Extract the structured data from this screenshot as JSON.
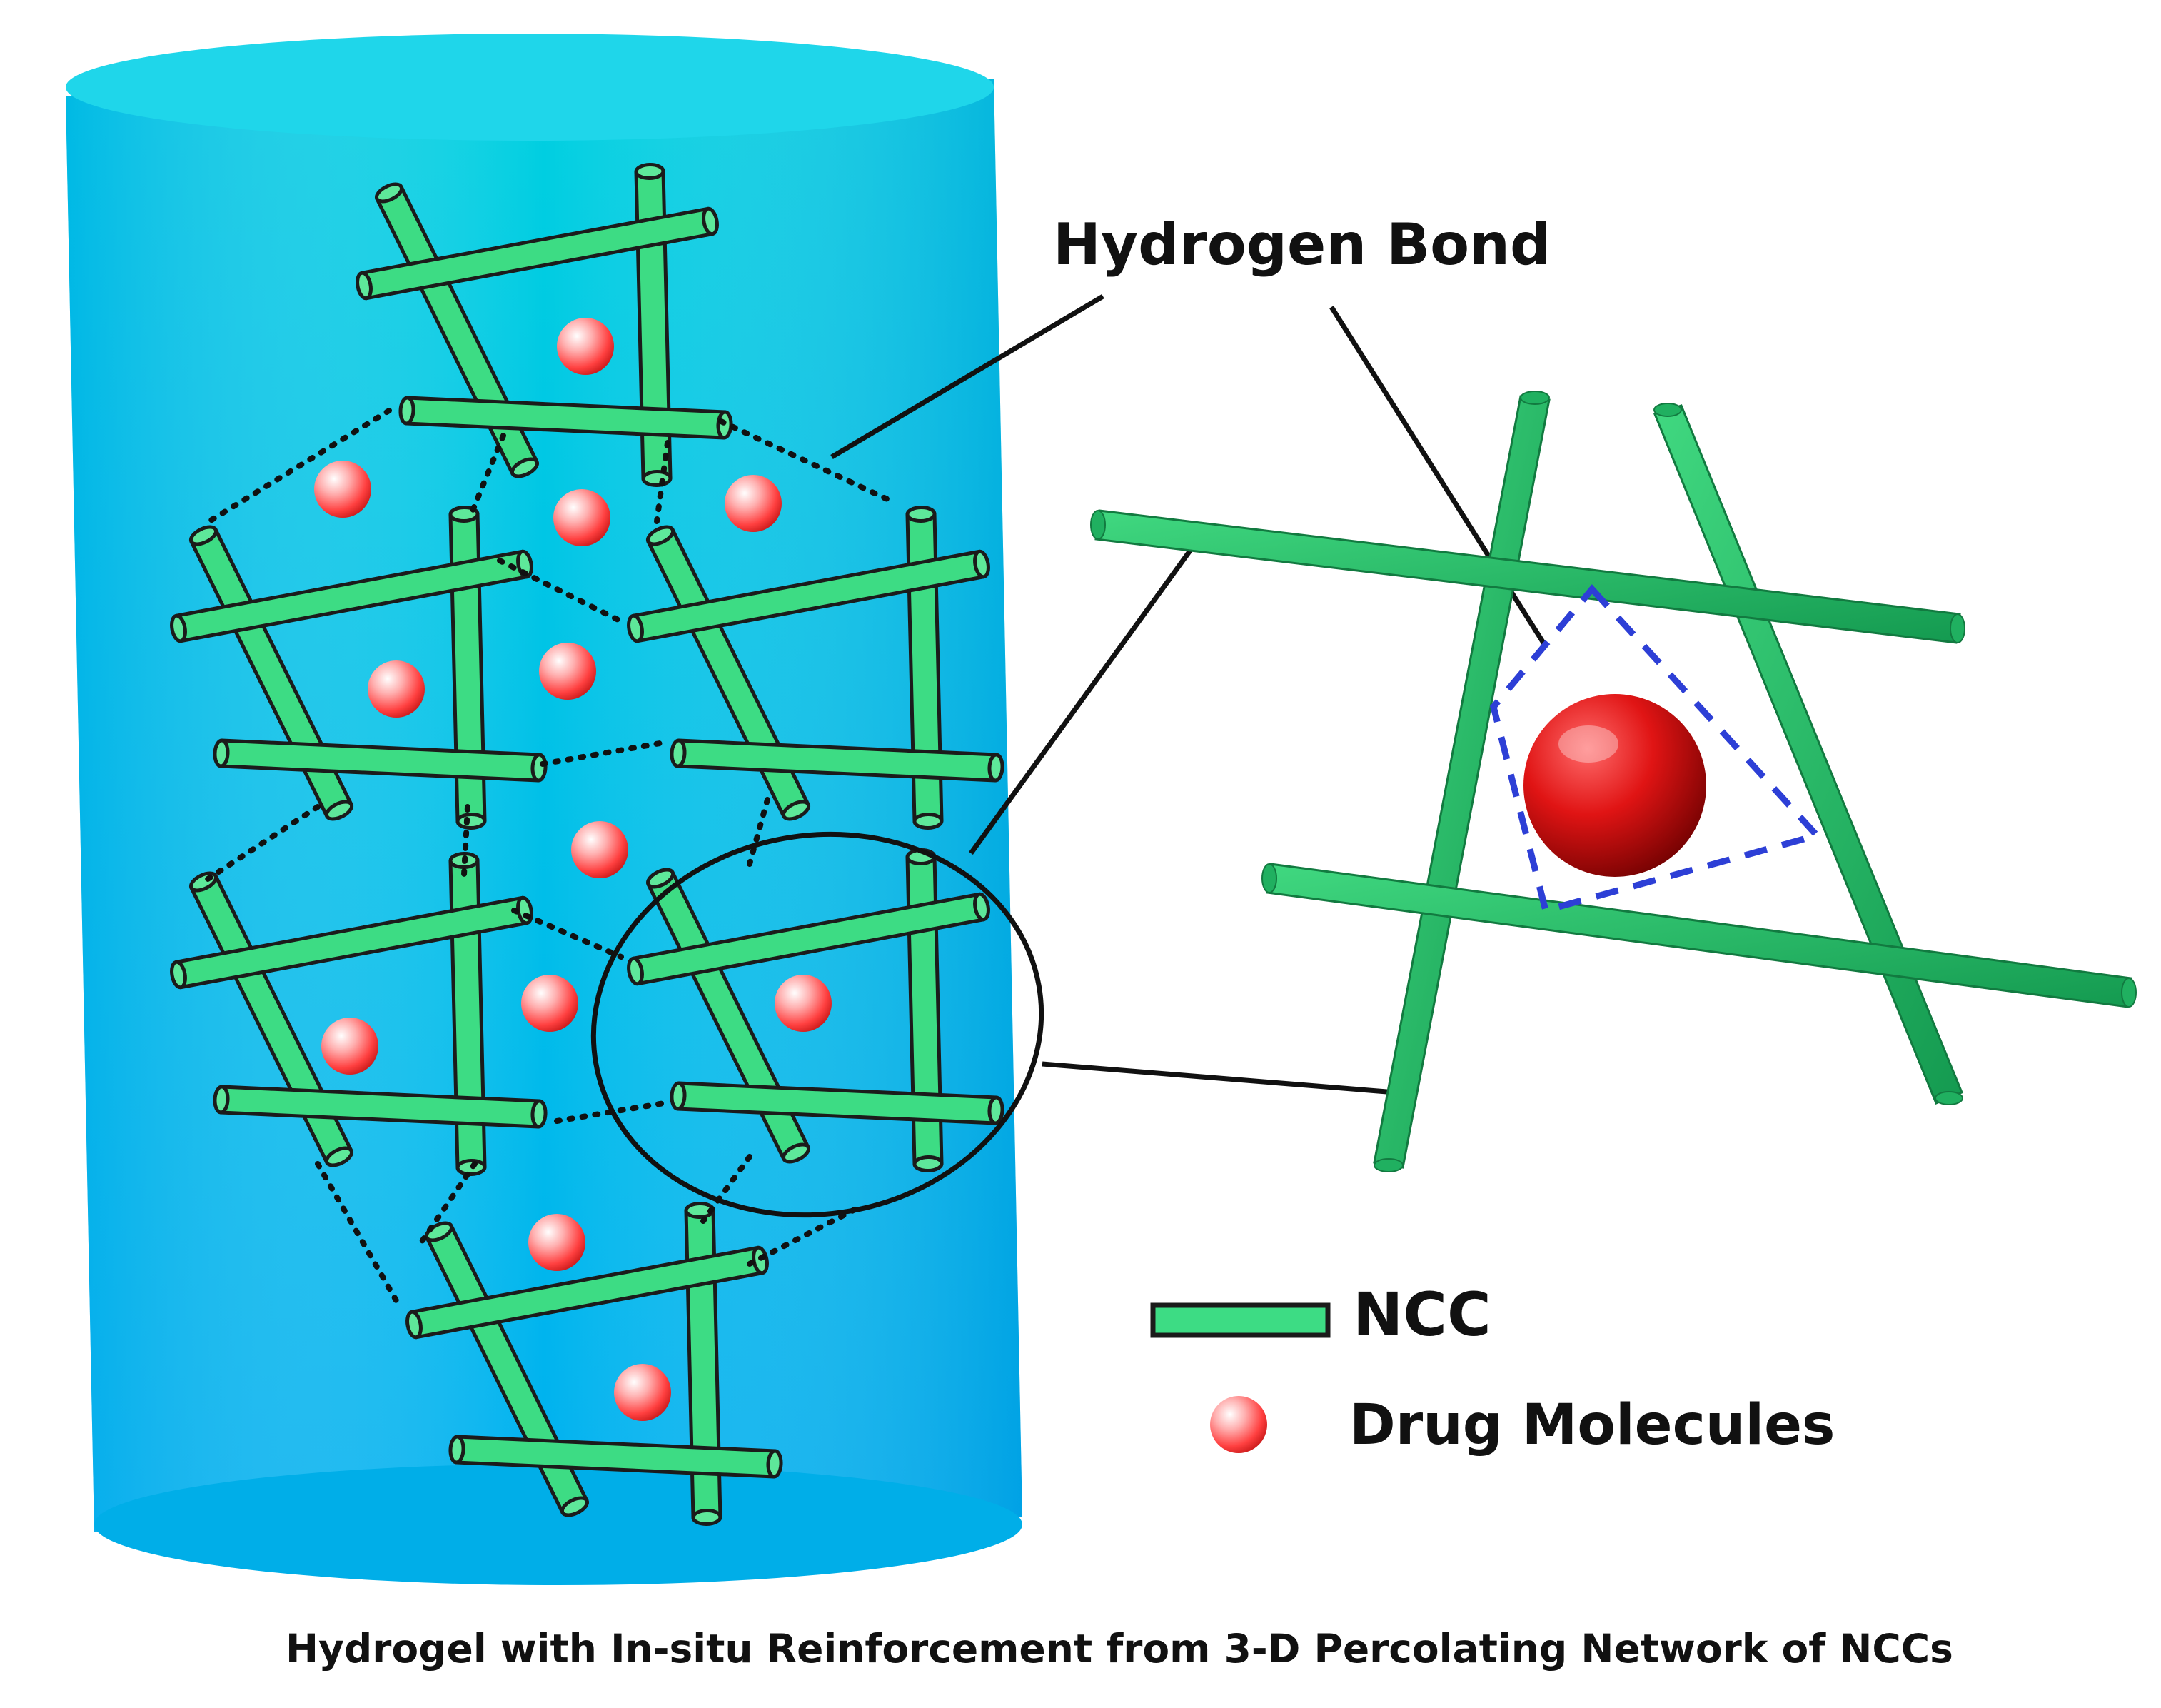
{
  "diagram": {
    "labels": {
      "hydrogen_bond": "Hydrogen Bond",
      "ncc": "NCC",
      "drug_molecules": "Drug Molecules",
      "caption": "Hydrogel with In-situ Reinforcement from 3-D Percolating Network of NCCs"
    },
    "colors": {
      "hydrogel_top": "#00d0e0",
      "hydrogel_bottom": "#00b0f0",
      "ncc_rod": "#3ddc84",
      "ncc_outline": "#1b1b1b",
      "drug_sphere": "#ff4b4b",
      "zoom_rod": "#20b060",
      "zoom_sphere": "#d01010",
      "hydrogen_bond_outline": "#2d3fd6"
    },
    "legend": [
      {
        "name": "NCC",
        "icon": "green-rod-icon"
      },
      {
        "name": "Drug Molecules",
        "icon": "red-sphere-icon"
      }
    ]
  }
}
